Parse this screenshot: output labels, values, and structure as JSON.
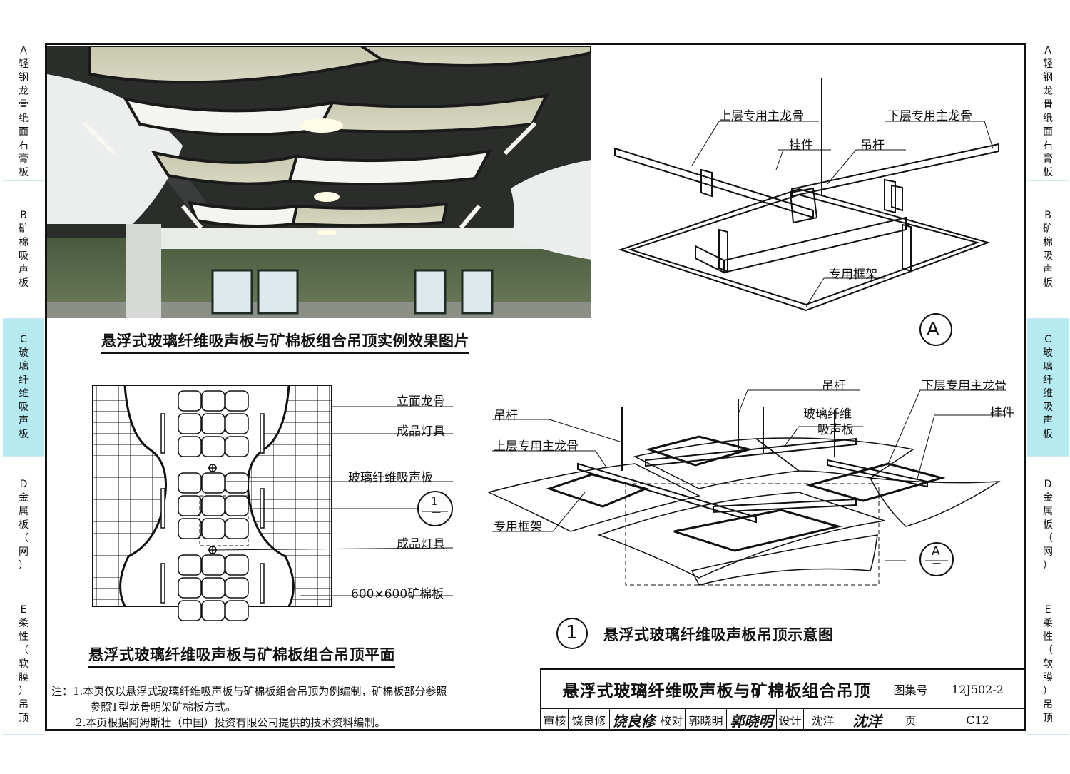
{
  "side_tabs": [
    {
      "letter": "A",
      "text": "轻钢龙骨纸面石膏板",
      "active": false
    },
    {
      "letter": "B",
      "text": "矿棉吸声板",
      "active": false
    },
    {
      "letter": "C",
      "text": "玻璃纤维吸声板",
      "active": true
    },
    {
      "letter": "D",
      "text": "金属板（网）",
      "active": false
    },
    {
      "letter": "E",
      "text": "柔性（软膜）吊顶",
      "active": false
    }
  ],
  "photo_caption": "悬浮式玻璃纤维吸声板与矿棉板组合吊顶实例效果图片",
  "detail_a": {
    "labels": {
      "upper_main": "上层专用主龙骨",
      "lower_main": "下层专用主龙骨",
      "hanger": "挂件",
      "rod": "吊杆",
      "frame": "专用框架"
    },
    "marker": "A"
  },
  "plan": {
    "labels": {
      "vertical_keel": "立面龙骨",
      "light1": "成品灯具",
      "glass_panel": "玻璃纤维吸声板",
      "light2": "成品灯具",
      "mineral": "600×600矿棉板"
    },
    "ref_marker": "1",
    "ref_marker_sub": "—",
    "caption": "悬浮式玻璃纤维吸声板与矿棉板组合吊顶平面"
  },
  "iso": {
    "labels": {
      "rod_top": "吊杆",
      "lower_main": "下层专用主龙骨",
      "rod_left": "吊杆",
      "glass_panel": "玻璃纤维\n吸声板",
      "hanger": "挂件",
      "upper_main": "上层专用主龙骨",
      "frame": "专用框架"
    },
    "glass_line1": "玻璃纤维",
    "glass_line2": "吸声板",
    "marker": "A",
    "marker_sub": "—",
    "caption_num": "1",
    "caption": "悬浮式玻璃纤维吸声板吊顶示意图"
  },
  "notes": [
    "注：1.本页仅以悬浮式玻璃纤维吸声板与矿棉板组合吊顶为例编制，矿棉板部分参照",
    "参照T型龙骨明架矿棉板方式。",
    "2.本页根据阿姆斯壮（中国）投资有限公司提供的技术资料编制。"
  ],
  "title_block": {
    "title": "悬浮式玻璃纤维吸声板与矿棉板组合吊顶",
    "atlas_label": "图集号",
    "atlas_no": "12J502-2",
    "review_label": "审核",
    "reviewer": "饶良修",
    "check_label": "校对",
    "checker": "郭晓明",
    "design_label": "设计",
    "designer": "沈洋",
    "page_label": "页",
    "page_no": "C12"
  }
}
